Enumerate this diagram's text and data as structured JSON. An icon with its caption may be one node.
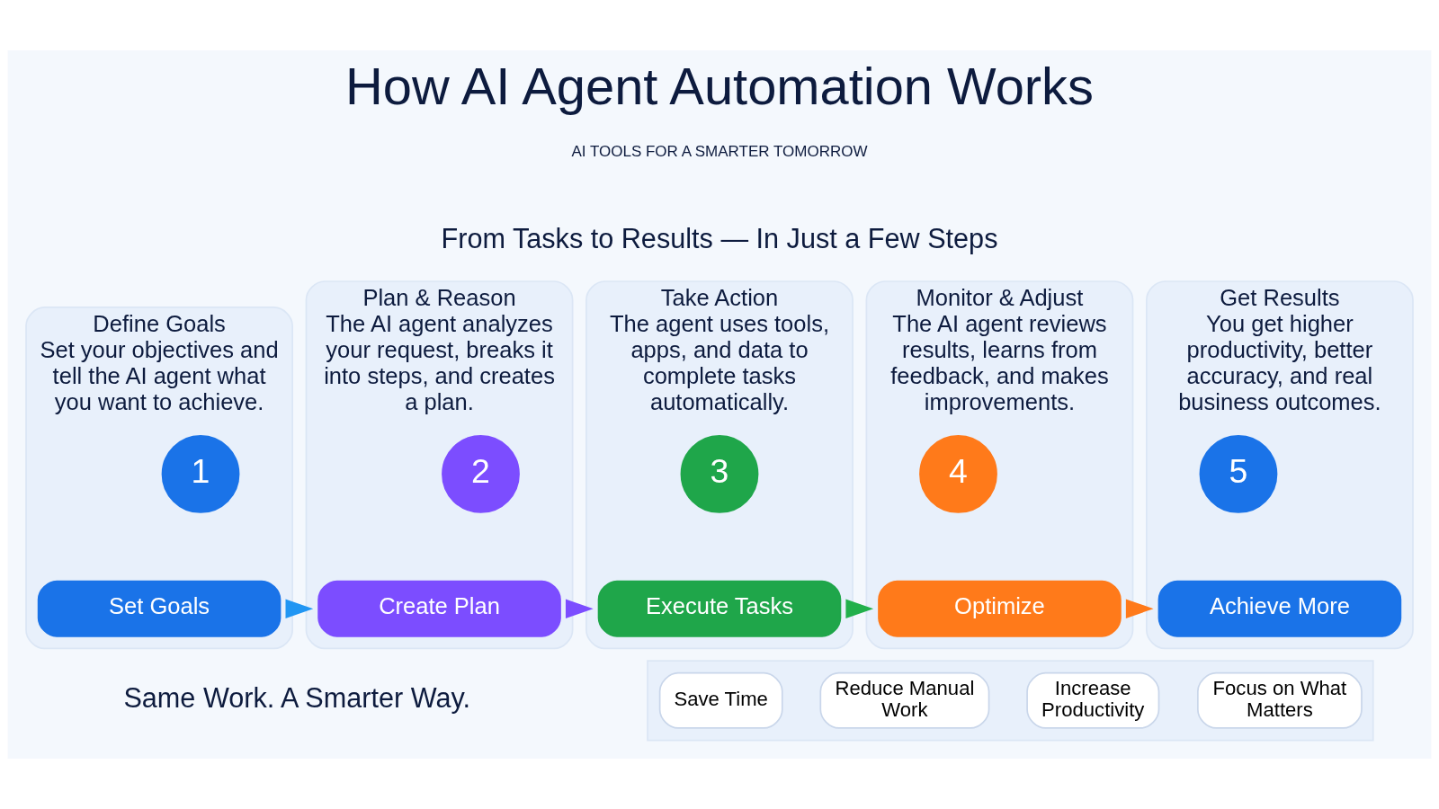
{
  "diagram": {
    "title": "How AI Agent Automation Works",
    "nodes": [
      {
        "text": [
          "Define Goals",
          "Set your objectives and tell the AI agent what you want to achieve."
        ]
      },
      {
        "text": [
          "1"
        ],
        "in": 0
      },
      {
        "text": [
          "Set Goals"
        ],
        "in": 0
      },
      {
        "text": [
          "Plan & Reason",
          "The AI agent analyzes your request, breaks it into steps, and creates a plan."
        ]
      },
      {
        "text": [
          "2"
        ],
        "in": 3
      },
      {
        "text": [
          "Create Plan"
        ],
        "in": 3
      },
      {
        "text": [
          "Take Action",
          "The agent uses tools, apps, and data to complete tasks automatically."
        ]
      },
      {
        "text": [
          "3"
        ],
        "in": 6
      },
      {
        "text": [
          "Execute Tasks"
        ],
        "in": 6
      },
      {
        "text": [
          "Monitor & Adjust",
          "The AI agent reviews results, learns from feedback, and makes improvements."
        ]
      },
      {
        "text": [
          "4"
        ],
        "in": 9
      },
      {
        "text": [
          "Optimize"
        ],
        "in": 9
      },
      {
        "text": [
          "Get Results",
          "You get higher productivity, better accuracy, and real business outcomes."
        ]
      },
      {
        "text": [
          "5"
        ],
        "in": 12
      },
      {
        "text": [
          "Achieve More"
        ],
        "in": 12
      },
      {
        "text": [],
        "shape": "box"
      },
      {
        "text": [
          "Save Time"
        ],
        "in": 15
      },
      {
        "text": [
          "Reduce Manual Work"
        ],
        "in": 15
      },
      {
        "text": [
          "Increase Productivity"
        ],
        "in": 15
      },
      {
        "text": [
          "Focus on What Matters"
        ],
        "in": 15
      }
    ],
    "edges": [
      {
        "from": 0,
        "to": 3,
        "arrow": "to",
        "color": "#2196f3"
      },
      {
        "from": 3,
        "to": 6,
        "arrow": "to",
        "color": "#7c4dff"
      },
      {
        "from": 6,
        "to": 9,
        "arrow": "to",
        "color": "#22b04b"
      },
      {
        "from": 9,
        "to": 12,
        "arrow": "to",
        "color": "#ff7a1a"
      }
    ],
    "labels": [
      "AI TOOLS FOR A SMARTER TOMORROW",
      "From Tasks to Results — In Just a Few Steps",
      "Same Work. A Smarter Way."
    ]
  }
}
